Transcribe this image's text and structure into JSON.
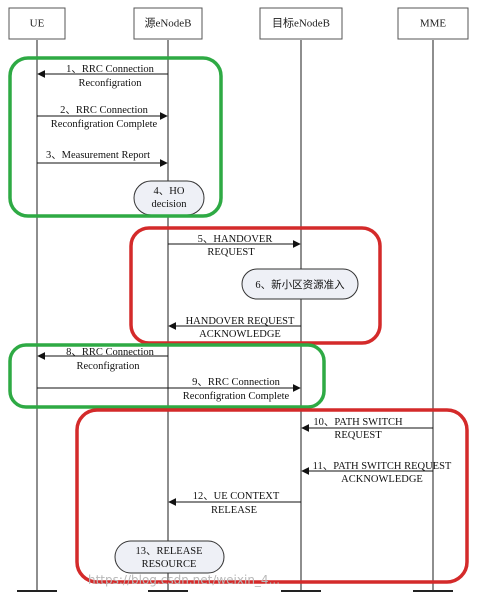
{
  "participants": [
    {
      "id": "ue",
      "label": "UE"
    },
    {
      "id": "src",
      "label": "源eNodeB"
    },
    {
      "id": "tgt",
      "label": "目标eNodeB"
    },
    {
      "id": "mme",
      "label": "MME"
    }
  ],
  "messages": [
    {
      "id": "m1",
      "lines": [
        "1、RRC Connection",
        "Reconfigration"
      ]
    },
    {
      "id": "m2",
      "lines": [
        "2、RRC Connection",
        "Reconfigration Complete"
      ]
    },
    {
      "id": "m3",
      "lines": [
        "3、Measurement Report"
      ]
    },
    {
      "id": "m5",
      "lines": [
        "5、HANDOVER",
        "REQUEST"
      ]
    },
    {
      "id": "m7",
      "lines": [
        "HANDOVER REQUEST",
        "ACKNOWLEDGE"
      ]
    },
    {
      "id": "m8",
      "lines": [
        "8、RRC Connection",
        "Reconfigration"
      ]
    },
    {
      "id": "m9",
      "lines": [
        "9、RRC Connection",
        "Reconfigration Complete"
      ]
    },
    {
      "id": "m10",
      "lines": [
        "10、PATH SWITCH",
        "REQUEST"
      ]
    },
    {
      "id": "m11",
      "lines": [
        "11、PATH SWITCH REQUEST",
        "ACKNOWLEDGE"
      ]
    },
    {
      "id": "m12",
      "lines": [
        "12、UE CONTEXT",
        "RELEASE"
      ]
    }
  ],
  "processes": [
    {
      "id": "p4",
      "lines": [
        "4、HO",
        "decision"
      ]
    },
    {
      "id": "p6",
      "lines": [
        "6、新小区资源准入"
      ]
    },
    {
      "id": "p13",
      "lines": [
        "13、RELEASE",
        "RESOURCE"
      ]
    }
  ],
  "colors": {
    "green_group": "#2eaa44",
    "red_group": "#d42a2a"
  },
  "watermark": "https://blog.csdn.net/weixin_4..."
}
